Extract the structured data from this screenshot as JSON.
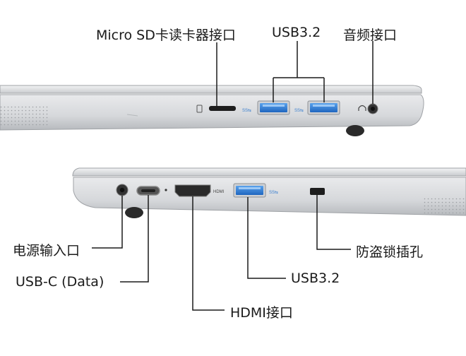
{
  "top_view": {
    "labels": {
      "microsd": "Micro SD卡读卡器接口",
      "usb": "USB3.2",
      "audio": "音频接口"
    },
    "port_text": {
      "ss_mark_1": "SS⇆",
      "ss_mark_2": "SS⇆"
    }
  },
  "bottom_view": {
    "labels": {
      "power": "电源输入口",
      "usbc": "USB-C (Data)",
      "hdmi": "HDMI接口",
      "usb": "USB3.2",
      "lock": "防盗锁插孔"
    },
    "port_text": {
      "hdmi_mark": "HDMI",
      "ss_mark": "SS⇆"
    }
  },
  "colors": {
    "usb_blue": "#2f7fd6",
    "chassis": "#d9dbde",
    "chassis_dark": "#a9acb0",
    "line": "#1a1a1a"
  }
}
